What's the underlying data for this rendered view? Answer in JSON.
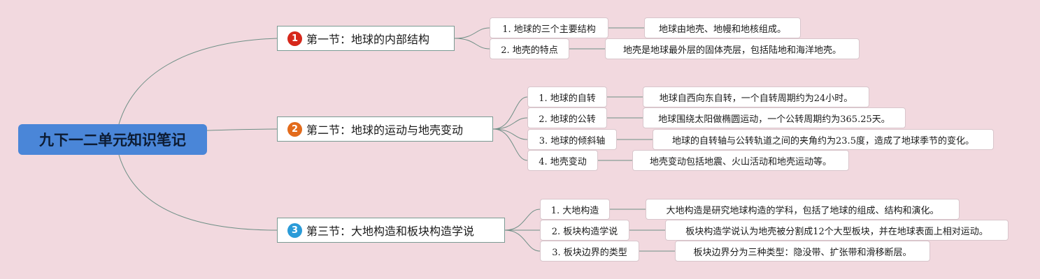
{
  "root": {
    "label": "九下一二单元知识笔记"
  },
  "sections": [
    {
      "badge": "1",
      "badge_color": "#d6281b",
      "title": "第一节：地球的内部结构",
      "topics": [
        {
          "label": "1. 地球的三个主要结构",
          "detail": "地球由地壳、地幔和地核组成。"
        },
        {
          "label": "2. 地壳的特点",
          "detail": "地壳是地球最外层的固体壳层，包括陆地和海洋地壳。"
        }
      ]
    },
    {
      "badge": "2",
      "badge_color": "#e36b1b",
      "title": "第二节：地球的运动与地壳变动",
      "topics": [
        {
          "label": "1. 地球的自转",
          "detail": "地球自西向东自转，一个自转周期约为24小时。"
        },
        {
          "label": "2. 地球的公转",
          "detail": "地球围绕太阳做椭圆运动，一个公转周期约为365.25天。"
        },
        {
          "label": "3. 地球的倾斜轴",
          "detail": "地球的自转轴与公转轨道之间的夹角约为23.5度，造成了地球季节的变化。"
        },
        {
          "label": "4. 地壳变动",
          "detail": "地壳变动包括地震、火山活动和地壳运动等。"
        }
      ]
    },
    {
      "badge": "3",
      "badge_color": "#2a9bd8",
      "title": "第三节：大地构造和板块构造学说",
      "topics": [
        {
          "label": "1. 大地构造",
          "detail": "大地构造是研究地球构造的学科，包括了地球的组成、结构和演化。"
        },
        {
          "label": "2. 板块构造学说",
          "detail": "板块构造学说认为地壳被分割成12个大型板块，并在地球表面上相对运动。"
        },
        {
          "label": "3. 板块边界的类型",
          "detail": "板块边界分为三种类型：隐没带、扩张带和滑移断层。"
        }
      ]
    }
  ]
}
